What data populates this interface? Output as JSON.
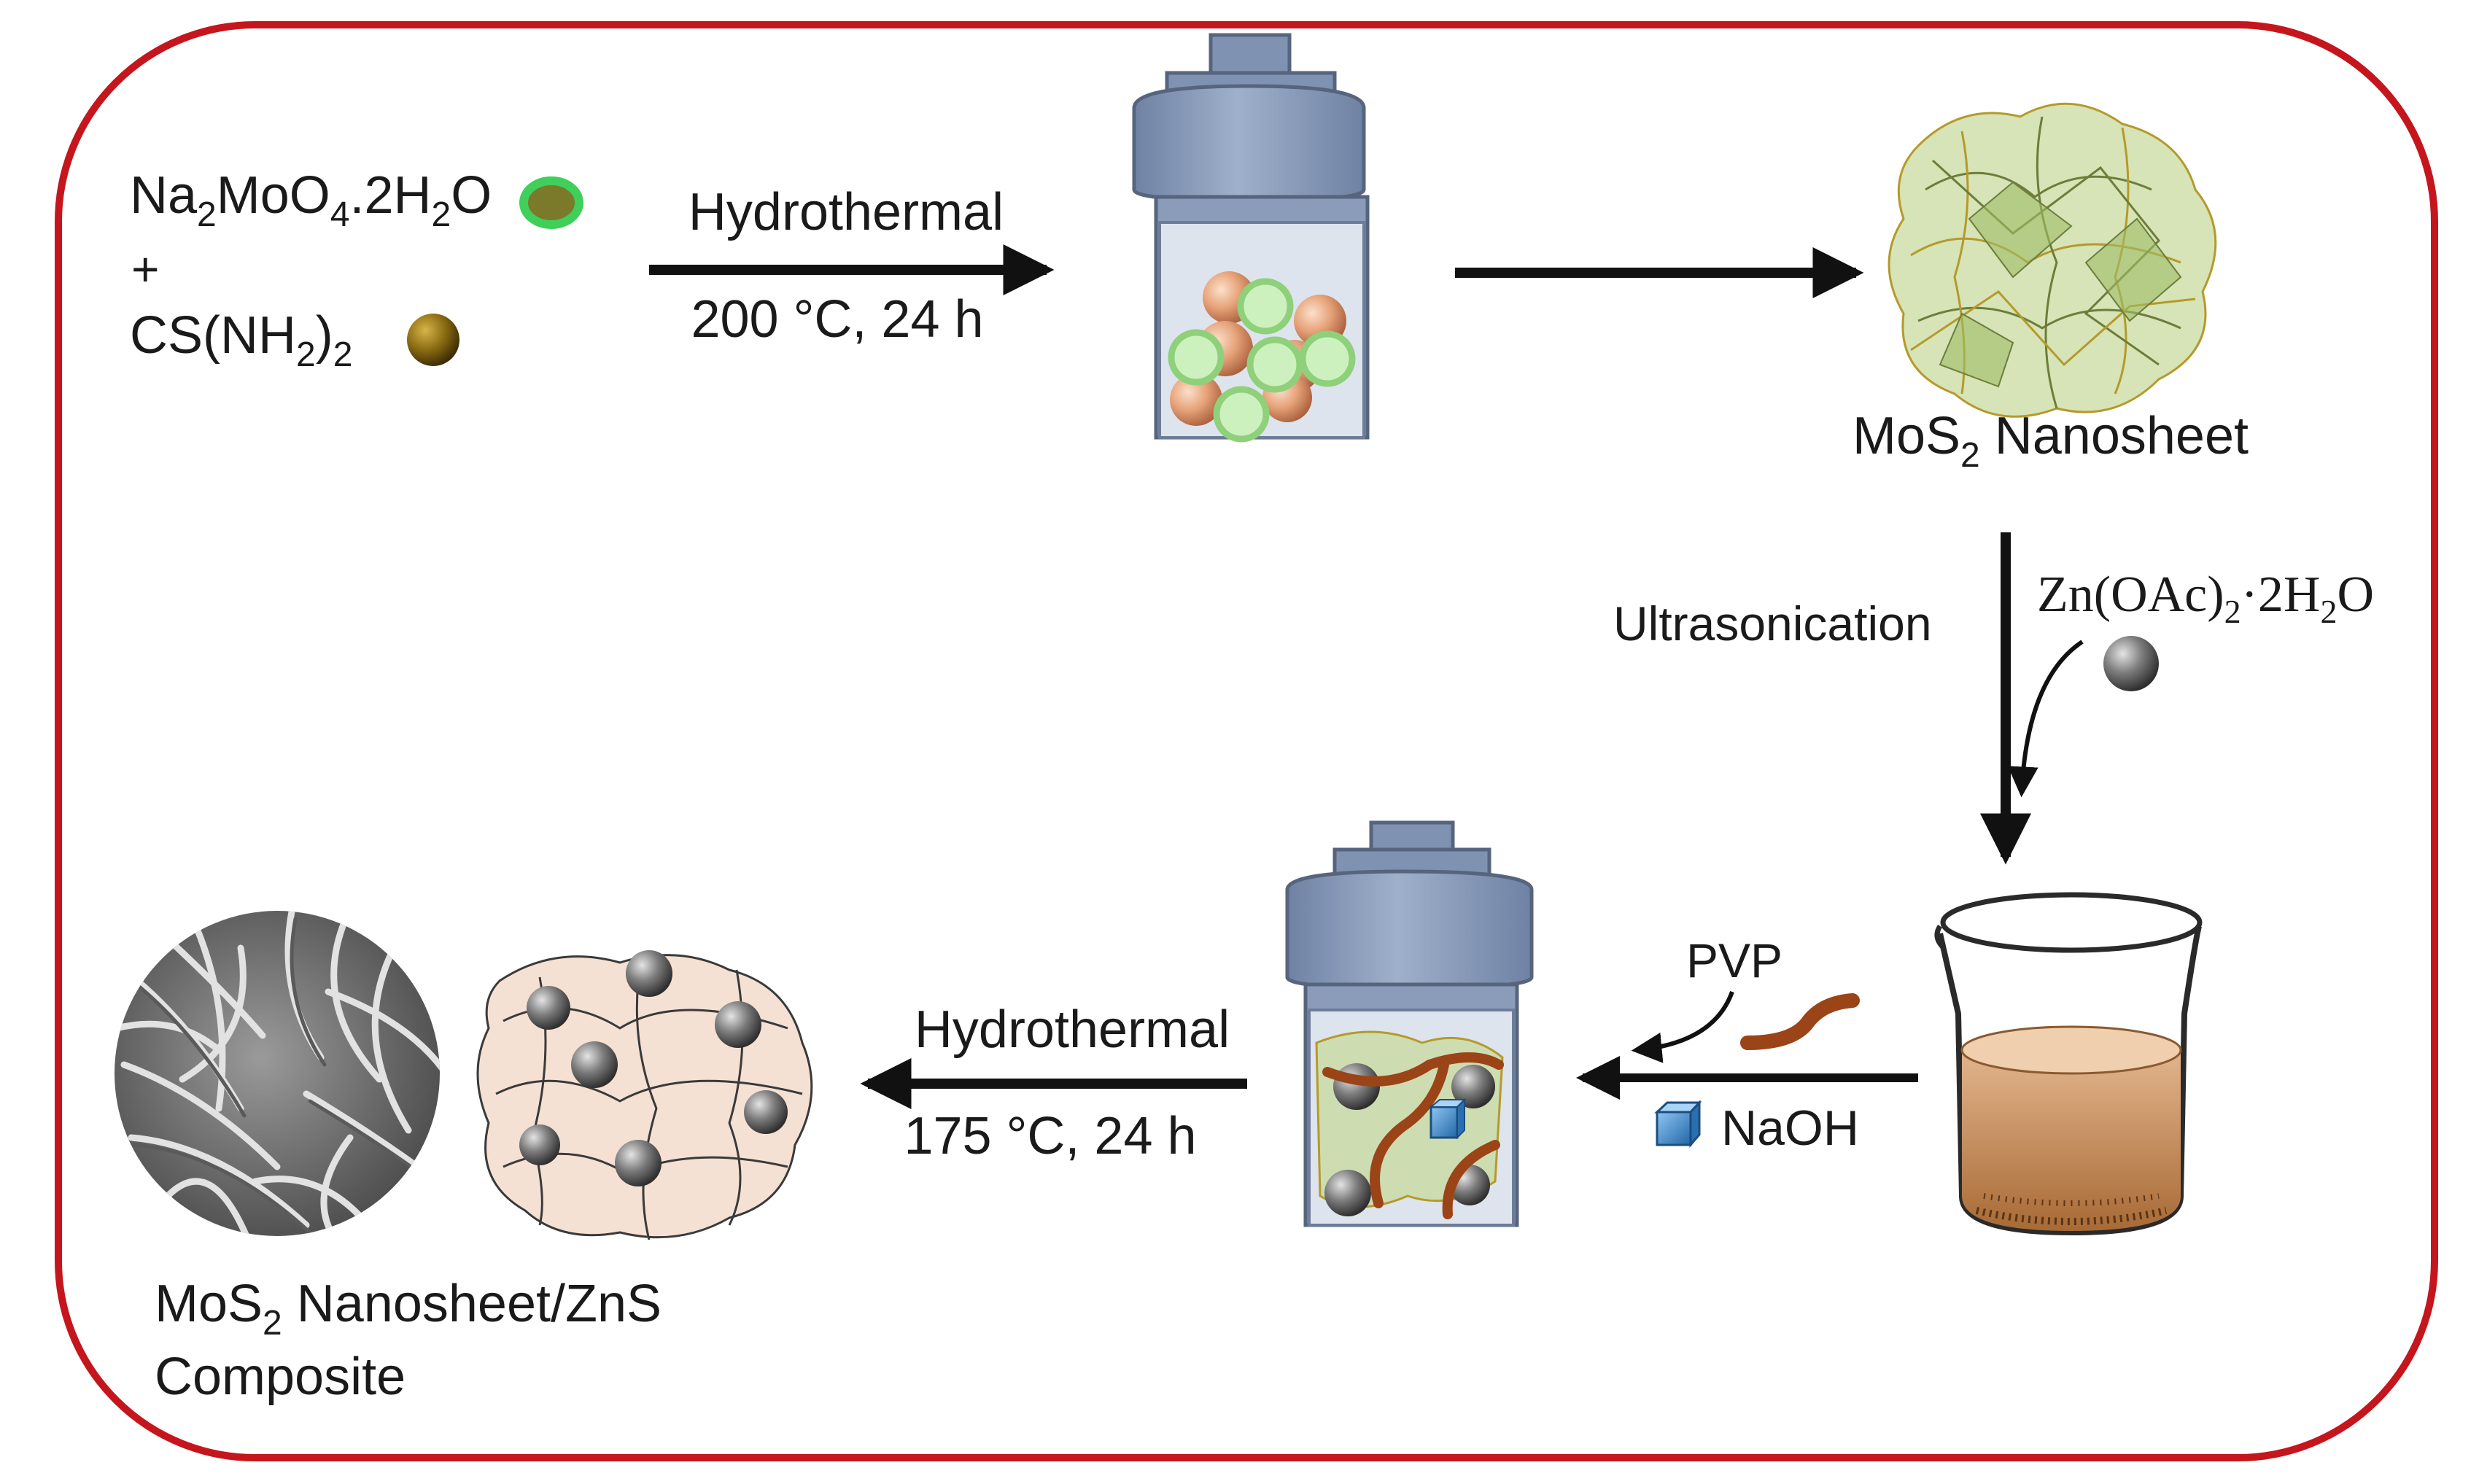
{
  "frame": {
    "border_color": "#c4161c"
  },
  "reactants": {
    "na2moo4": {
      "base": "Na",
      "s1": "2",
      "mid": "MoO",
      "s2": "4",
      "rest": ".2H",
      "s3": "2",
      "end": "O"
    },
    "plus": "+",
    "thiourea": {
      "base": "CS(NH",
      "s1": "2",
      "mid": ")",
      "s2": "2"
    }
  },
  "step1": {
    "label": "Hydrothermal",
    "condition": "200 °C, 24 h"
  },
  "mos2_sheet": {
    "base": "MoS",
    "sub": "2",
    "rest": " Nanosheet"
  },
  "step2": {
    "label": "Ultrasonication",
    "zinc_salt": {
      "base": "Zn(OAc)",
      "s1": "2",
      "mid": "·2H",
      "s2": "2",
      "end": "O"
    }
  },
  "step3": {
    "pvp": "PVP",
    "naoh": "NaOH"
  },
  "step4": {
    "label": "Hydrothermal",
    "condition": "175 °C, 24 h"
  },
  "product": {
    "line1_base": "MoS",
    "line1_sub": "2",
    "line1_rest": " Nanosheet/ZnS",
    "line2": "Composite"
  },
  "colors": {
    "autoclave_body": "#8496b4",
    "green_sphere": "#9fe08c",
    "copper_sphere": "#e7a37a",
    "thiourea_sphere": "#8a6a12",
    "zinc_sphere": "#7c7c7c",
    "pvp_strand": "#9a4418",
    "naoh_cube": "#3b86c9",
    "beaker_liquid": "#c58a55",
    "nanosheet": "#a7c27a"
  }
}
